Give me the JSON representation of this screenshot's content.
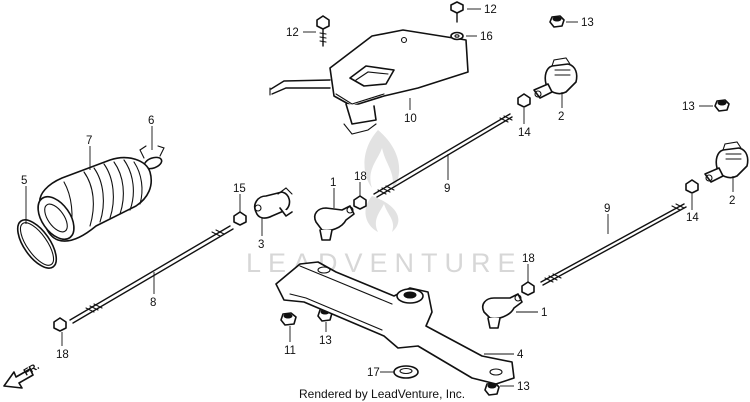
{
  "watermark": "LEADVENTURE",
  "credit": "Rendered by LeadVenture, Inc.",
  "direction": "FR.",
  "callouts": {
    "c12a": "12",
    "c12b": "12",
    "c13a": "13",
    "c16": "16",
    "c10": "10",
    "c2a": "2",
    "c14a": "14",
    "c13b": "13",
    "c2b": "2",
    "c14b": "14",
    "c9a": "9",
    "c9b": "9",
    "c18a": "18",
    "c1a": "1",
    "c15": "15",
    "c3": "3",
    "c6": "6",
    "c7": "7",
    "c5": "5",
    "c8": "8",
    "c18c": "18",
    "c18b": "18",
    "c1b": "1",
    "c4": "4",
    "c11": "11",
    "c13c": "13",
    "c17": "17",
    "c13d": "13"
  }
}
